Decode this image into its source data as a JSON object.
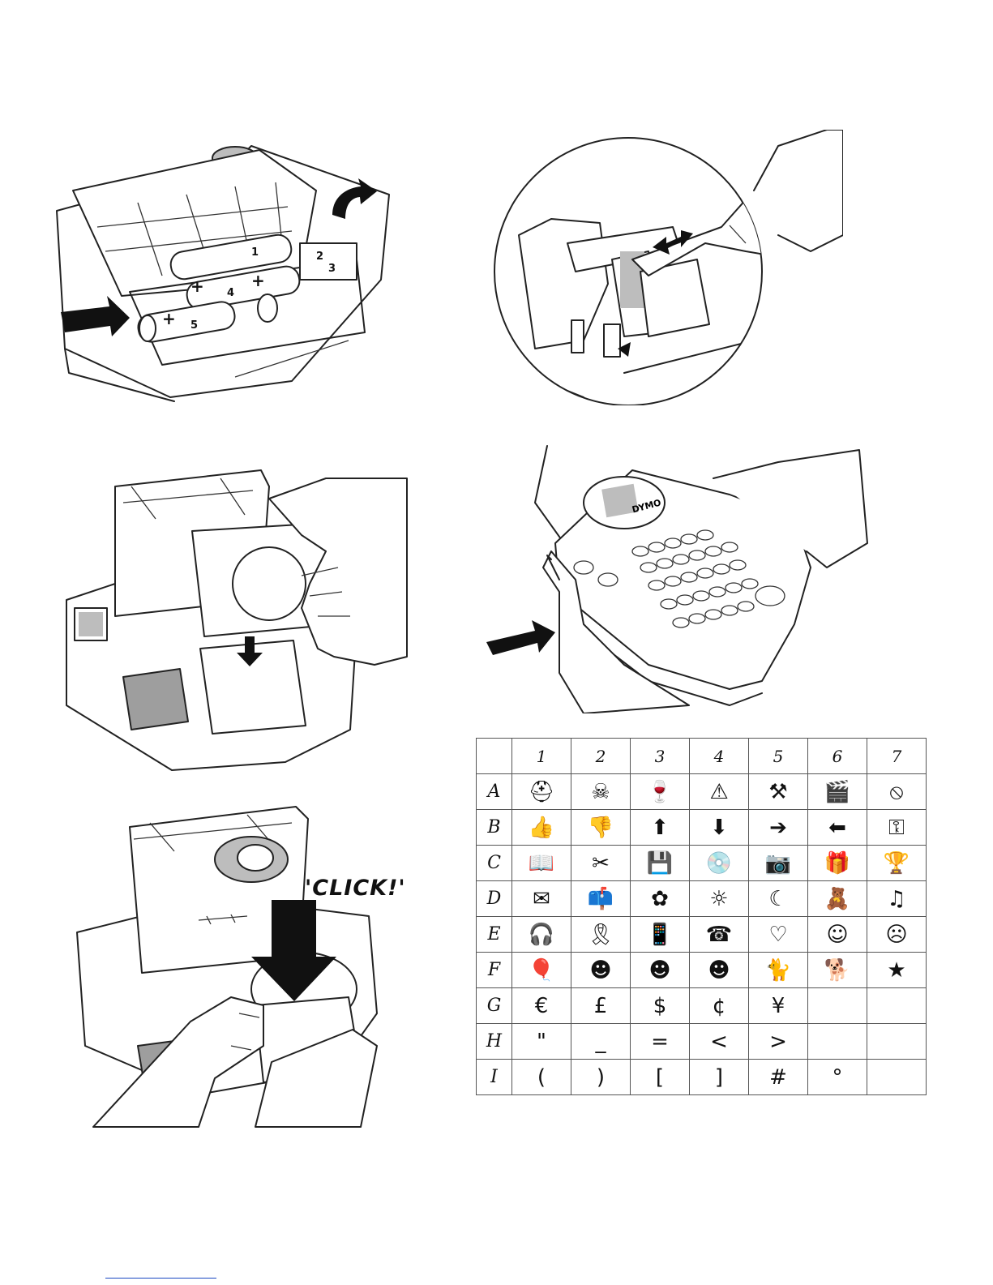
{
  "figures": {
    "battery_numbers": [
      "1",
      "2",
      "3",
      "4",
      "5"
    ],
    "battery_plus": "+",
    "click_label": "'CLICK!'"
  },
  "symbol_table": {
    "columns": [
      "1",
      "2",
      "3",
      "4",
      "5",
      "6",
      "7"
    ],
    "rows": [
      {
        "label": "A",
        "cells": [
          "⛑",
          "☠",
          "🍷",
          "⚠",
          "⚒",
          "🎬",
          "⦸"
        ]
      },
      {
        "label": "B",
        "cells": [
          "👍",
          "👎",
          "⬆",
          "⬇",
          "➔",
          "⬅",
          "⚿"
        ]
      },
      {
        "label": "C",
        "cells": [
          "📖",
          "✂",
          "💾",
          "💿",
          "📷",
          "🎁",
          "🏆"
        ]
      },
      {
        "label": "D",
        "cells": [
          "✉",
          "📫",
          "✿",
          "☼",
          "☾",
          "🧸",
          "♫"
        ]
      },
      {
        "label": "E",
        "cells": [
          "🎧",
          "🎗",
          "📱",
          "☎",
          "♡",
          "☺",
          "☹"
        ]
      },
      {
        "label": "F",
        "cells": [
          "🎈",
          "☻",
          "☻",
          "☻",
          "🐈",
          "🐕",
          "★"
        ]
      },
      {
        "label": "G",
        "cells": [
          "€",
          "£",
          "$",
          "¢",
          "¥",
          "",
          ""
        ]
      },
      {
        "label": "H",
        "cells": [
          "\"",
          "_",
          "=",
          "<",
          ">",
          "",
          ""
        ]
      },
      {
        "label": "I",
        "cells": [
          "(",
          ")",
          "[",
          "]",
          "#",
          "°",
          ""
        ]
      }
    ]
  }
}
